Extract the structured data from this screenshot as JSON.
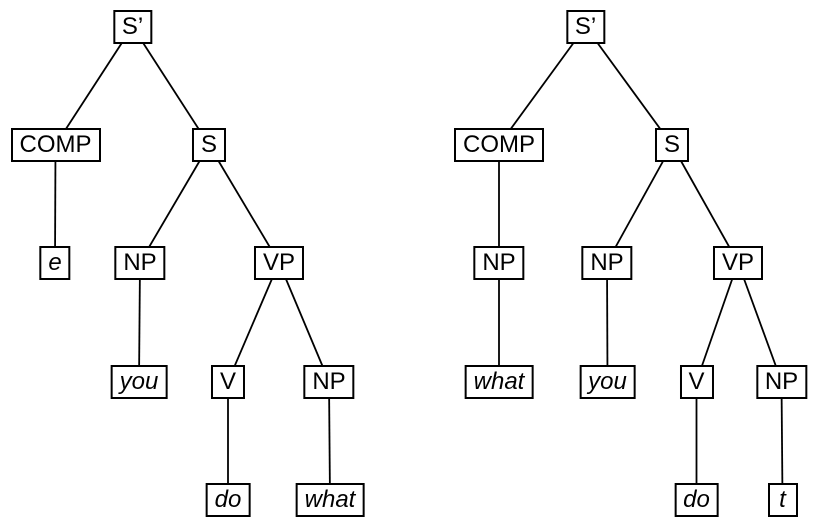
{
  "diagram": {
    "type": "syntax-tree-pair",
    "colors": {
      "background": "#ffffff",
      "line": "#000000",
      "box_border": "#000000",
      "box_fill": "#ffffff",
      "text": "#000000"
    },
    "trees": [
      {
        "id": "left-tree",
        "nodes": {
          "s_bar": "S’",
          "comp": "COMP",
          "s": "S",
          "e": "e",
          "np_subject": "NP",
          "vp": "VP",
          "you": "you",
          "v": "V",
          "np_object": "NP",
          "do": "do",
          "what": "what"
        },
        "edges": [
          [
            "s_bar",
            "comp"
          ],
          [
            "s_bar",
            "s"
          ],
          [
            "comp",
            "e"
          ],
          [
            "s",
            "np_subject"
          ],
          [
            "s",
            "vp"
          ],
          [
            "np_subject",
            "you"
          ],
          [
            "vp",
            "v"
          ],
          [
            "vp",
            "np_object"
          ],
          [
            "v",
            "do"
          ],
          [
            "np_object",
            "what"
          ]
        ]
      },
      {
        "id": "right-tree",
        "nodes": {
          "s_bar": "S’",
          "comp": "COMP",
          "s": "S",
          "np_comp": "NP",
          "np_subject": "NP",
          "vp": "VP",
          "what": "what",
          "you": "you",
          "v": "V",
          "np_object": "NP",
          "do": "do",
          "t": "t"
        },
        "edges": [
          [
            "s_bar",
            "comp"
          ],
          [
            "s_bar",
            "s"
          ],
          [
            "comp",
            "np_comp"
          ],
          [
            "np_comp",
            "what"
          ],
          [
            "s",
            "np_subject"
          ],
          [
            "s",
            "vp"
          ],
          [
            "np_subject",
            "you"
          ],
          [
            "vp",
            "v"
          ],
          [
            "vp",
            "np_object"
          ],
          [
            "v",
            "do"
          ],
          [
            "np_object",
            "t"
          ]
        ]
      }
    ]
  }
}
